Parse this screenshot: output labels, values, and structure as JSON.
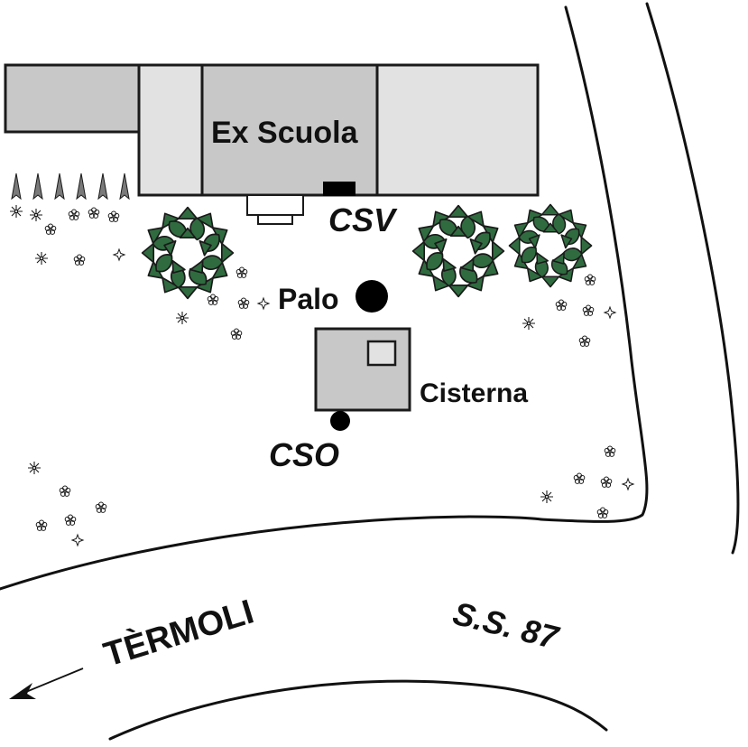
{
  "map": {
    "labels": {
      "building": "Ex Scuola",
      "csv": "CSV",
      "pole": "Palo",
      "cistern": "Cisterna",
      "cso": "CSO",
      "road": "S.S. 87",
      "direction": "TÈRMOLI"
    },
    "colors": {
      "building_fill": "#c8c8c8",
      "building_light": "#e2e2e2",
      "outline": "#1a1a1a",
      "tree_leaf": "#2f6b3f",
      "marker": "#000000"
    },
    "icons": {
      "tree": "shrub-icon",
      "flower": "flower-icon",
      "hedge": "hedge-spike-icon",
      "arrow": "direction-arrow-icon"
    }
  }
}
